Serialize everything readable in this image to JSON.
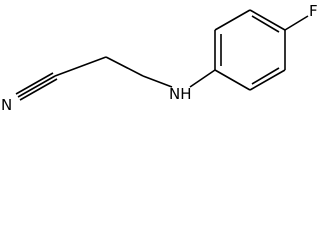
{
  "atoms": {
    "nitrile_n": "N",
    "amine": "NH",
    "fluorine": "F"
  }
}
